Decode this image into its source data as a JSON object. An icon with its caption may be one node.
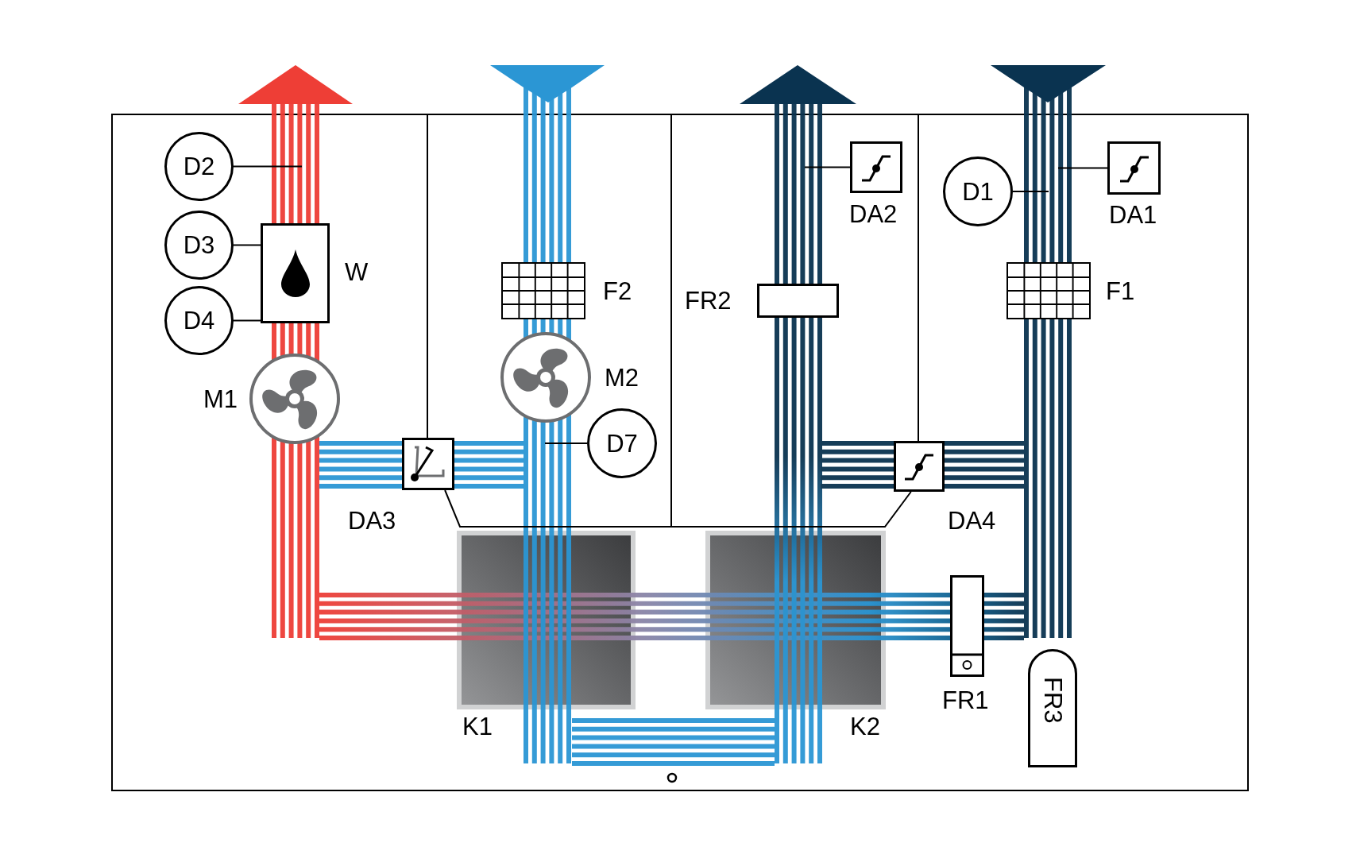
{
  "diagram": {
    "nodes": [
      {
        "text": [
          "D2"
        ]
      },
      {
        "text": [
          "D3"
        ]
      },
      {
        "text": [
          "D4"
        ]
      },
      {
        "text": [
          "W"
        ]
      },
      {
        "text": [
          "M1"
        ]
      },
      {
        "text": [
          "F2"
        ]
      },
      {
        "text": [
          "M2"
        ]
      },
      {
        "text": [
          "D7"
        ]
      },
      {
        "text": [
          "DA3"
        ]
      },
      {
        "text": [
          "DA2"
        ]
      },
      {
        "text": [
          "FR2"
        ]
      },
      {
        "text": [
          "D1"
        ]
      },
      {
        "text": [
          "DA1"
        ]
      },
      {
        "text": [
          "F1"
        ]
      },
      {
        "text": [
          "DA4"
        ]
      },
      {
        "text": [
          "K1"
        ]
      },
      {
        "text": [
          "K2"
        ]
      },
      {
        "text": [
          "FR1"
        ]
      },
      {
        "text": [
          "FR3"
        ]
      }
    ],
    "edges": [
      {
        "from": 0,
        "to": null,
        "arrow": "none"
      },
      {
        "from": 1,
        "to": 3,
        "arrow": "none"
      },
      {
        "from": 2,
        "to": 3,
        "arrow": "none"
      },
      {
        "from": 7,
        "to": null,
        "arrow": "none"
      },
      {
        "from": 9,
        "to": null,
        "arrow": "none"
      },
      {
        "from": 11,
        "to": null,
        "arrow": "none"
      },
      {
        "from": 12,
        "to": null,
        "arrow": "none"
      },
      {
        "from": 8,
        "to": 14,
        "arrow": "none"
      }
    ]
  }
}
